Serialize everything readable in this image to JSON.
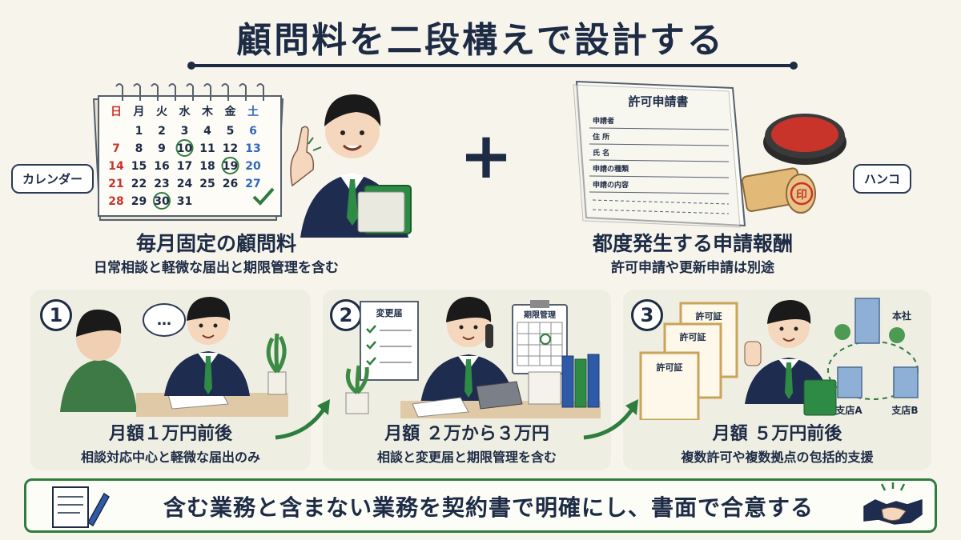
{
  "title": "顧問料を二段構えで設計する",
  "plus_sign": "+",
  "left": {
    "bubble": "カレンダー",
    "main": "毎月固定の顧問料",
    "sub": "日常相談と軽微な届出と期限管理を含む",
    "calendar": {
      "headers": [
        "日",
        "月",
        "火",
        "水",
        "木",
        "金",
        "土"
      ],
      "rows": [
        [
          "",
          "1",
          "2",
          "3",
          "4",
          "5",
          "6"
        ],
        [
          "7",
          "8",
          "9",
          "10",
          "11",
          "12",
          "13"
        ],
        [
          "14",
          "15",
          "16",
          "17",
          "18",
          "19",
          "20"
        ],
        [
          "21",
          "22",
          "23",
          "24",
          "25",
          "26",
          "27"
        ],
        [
          "28",
          "29",
          "30",
          "31",
          "",
          "",
          ""
        ]
      ],
      "circled": [
        "10",
        "19",
        "30"
      ]
    }
  },
  "right": {
    "bubble": "ハンコ",
    "main": "都度発生する申請報酬",
    "sub": "許可申請や更新申請は別途",
    "document": {
      "heading": "許可申請書",
      "fields": [
        "申請者",
        "住 所",
        "氏 名",
        "申請の種類",
        "申請の内容"
      ]
    },
    "stamp_char": "印"
  },
  "panels": [
    {
      "num": "1",
      "main": "月額１万円前後",
      "sub": "相談対応中心と軽微な届出のみ",
      "bubble": "…"
    },
    {
      "num": "2",
      "main": "月額 ２万から３万円",
      "sub": "相談と変更届と期限管理を含む",
      "doc1": "変更届",
      "doc2": "期限管理"
    },
    {
      "num": "3",
      "main": "月額 ５万円前後",
      "sub": "複数許可や複数拠点の包括的支援",
      "cert": "許可証",
      "hq": "本社",
      "branch_a": "支店A",
      "branch_b": "支店B"
    }
  ],
  "footer": "含む業務と含まない業務を契約書で明確にし、書面で合意する",
  "colors": {
    "navy": "#1d2b45",
    "green": "#2e7d3e",
    "panel": "#efeee3",
    "stamp_red": "#c9342a"
  }
}
